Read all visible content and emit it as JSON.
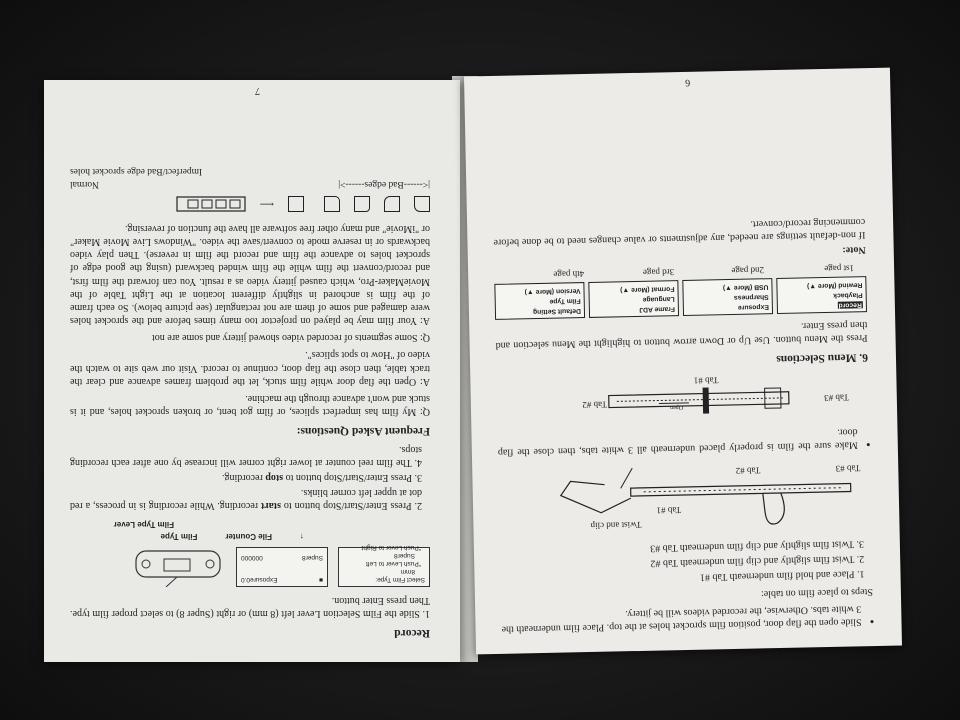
{
  "left_page": {
    "record": {
      "heading": "Record",
      "step1": "1. Slide the Film Selection Lever left (8 mm) or right (Super 8) to select proper film type. Then press Enter button.",
      "lcd1": {
        "line1": "Select Film Type:",
        "line2": "8mm",
        "line3": "\"Push Lever to Left",
        "line4": "Super8",
        "line5": "\"Push Lever to Right"
      },
      "lcd2": {
        "icon_text": "Exposure0.0",
        "mode": "Super8",
        "counter": "000000"
      },
      "label_film_type": "Film Type",
      "label_file_counter": "File Counter",
      "label_lever": "Film Type Lever",
      "step2_pre": "2.  Press Enter/Start/Stop button to ",
      "step2_bold": "start",
      "step2_post": " recording. While recording is in process, a red dot at upper left corner blinks.",
      "step3_pre": "3. Press Enter/Start/Stop button to ",
      "step3_bold": "stop",
      "step3_post": " recording.",
      "step4": "4. The film reel counter at lower right corner will increase by one after each recording stops."
    },
    "faq": {
      "heading": "Frequent Asked Questions:",
      "q1": "Q: My film has imperfect splices, or film got bent, or broken sprocket holes, and it is stuck and won't advance through the machine.",
      "a1": "A: Open the flap door while film stuck, let the problem frames advance and clear the track table, then close the flap door, continue to record. Visit our web site to watch the video of \"How to spot splices\".",
      "q2": "Q: Some segments of recorded video showed jittery and some are not",
      "a2": "A: Your film may be played on projector too many times before and the sprocket holes were damaged and some of them are not rectangular (see picture below). So each frame of the film is anchored in slightly different location at the Light Table of the MovieMaker-Pro, which caused jittery video as a result. You can forward the film first, and record/convert the film while the film winded backward (using the good edge of sprocket holes to advance the film and record the film in reverse). Then play video backwards or in reserve mode to convert/save the video. \"Windows Live Movie Maker\" or \"iMovie\" and many other free software all have the function of reversing."
    },
    "sprocket": {
      "normal": "Normal",
      "imperfect": "Imperfect/Bad edge sprocket holes",
      "bad_edges": "|<------Bad edges------>|"
    },
    "page_number": "7"
  },
  "right_page": {
    "intro_bullet": "Slide open the flap door, position film sprocket holes at the top. Place film underneath the 3 white tabs. Otherwise, the recorded videos will be jittery.",
    "steps_heading": "Steps to place film on table:",
    "steps": [
      "1. Place and hold film underneath Tab #1",
      "2. Twist film slightly and clip film underneath Tab #2",
      "3. Twist film slightly and clip film underneath Tab #3"
    ],
    "diagram1": {
      "twist": "Twist and clip",
      "tab1": "Tab #1",
      "tab2": "Tab #2",
      "tab3": "Tab #3"
    },
    "bullet2": "Make sure the film is properly placed underneath all 3 white tabs, then close the flap door.",
    "diagram2": {
      "tab1": "Tab #1",
      "tab2": "Tab #2",
      "tab3": "Tab #3",
      "open": "Open"
    },
    "menu": {
      "heading": "6. Menu Selections",
      "desc": "Press the Menu button. Use Up or Down arrow button to highlight the Menu selection and then press Enter.",
      "pages": [
        {
          "label": "1st page",
          "items": [
            "Record",
            "Playback",
            "Rewind (More ▼)"
          ],
          "selected": 0
        },
        {
          "label": "2nd page",
          "items": [
            "Exposure",
            "Sharpness",
            "USB (More ▼)"
          ],
          "selected": -1
        },
        {
          "label": "3rd page",
          "items": [
            "Frame ADJ",
            "Language",
            "Format (More ▼)"
          ],
          "selected": -1
        },
        {
          "label": "4th page",
          "items": [
            "Default Setting",
            "Film Type",
            "Version (More ▼)"
          ],
          "selected": -1
        }
      ]
    },
    "note_heading": "Note:",
    "note_text": "If non-default settings are needed, any adjustments or value changes need to be done before commencing record/convert.",
    "page_number": "6"
  }
}
